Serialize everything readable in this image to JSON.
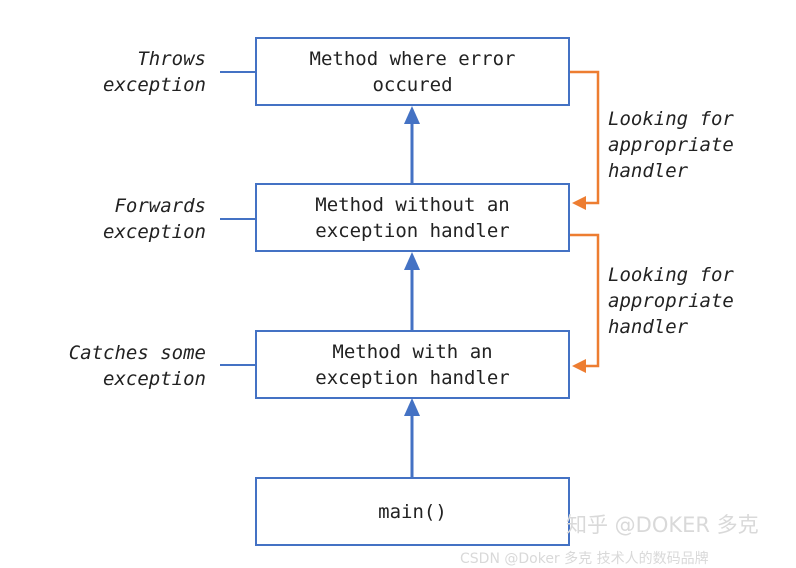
{
  "boxes": [
    {
      "id": "error",
      "lines": [
        "Method where error",
        "occured"
      ]
    },
    {
      "id": "forward",
      "lines": [
        "Method without an",
        "exception handler"
      ]
    },
    {
      "id": "handler",
      "lines": [
        "Method with an",
        "exception handler"
      ]
    },
    {
      "id": "main",
      "lines": [
        "main()"
      ]
    }
  ],
  "left_labels": [
    {
      "lines": [
        "Throws",
        "exception"
      ]
    },
    {
      "lines": [
        "Forwards",
        "exception"
      ]
    },
    {
      "lines": [
        "Catches some",
        "exception"
      ]
    }
  ],
  "right_labels": [
    {
      "lines": [
        "Looking for",
        "appropriate",
        "handler"
      ]
    },
    {
      "lines": [
        "Looking for",
        "appropriate",
        "handler"
      ]
    }
  ],
  "watermark": {
    "main": "知乎 @DOKER 多克",
    "sub": "CSDN @Doker 多克 技术人的数码品牌"
  },
  "colors": {
    "box_border": "#4472c4",
    "arrow_up": "#4472c4",
    "arrow_back": "#ed7d31",
    "text": "#222222"
  }
}
